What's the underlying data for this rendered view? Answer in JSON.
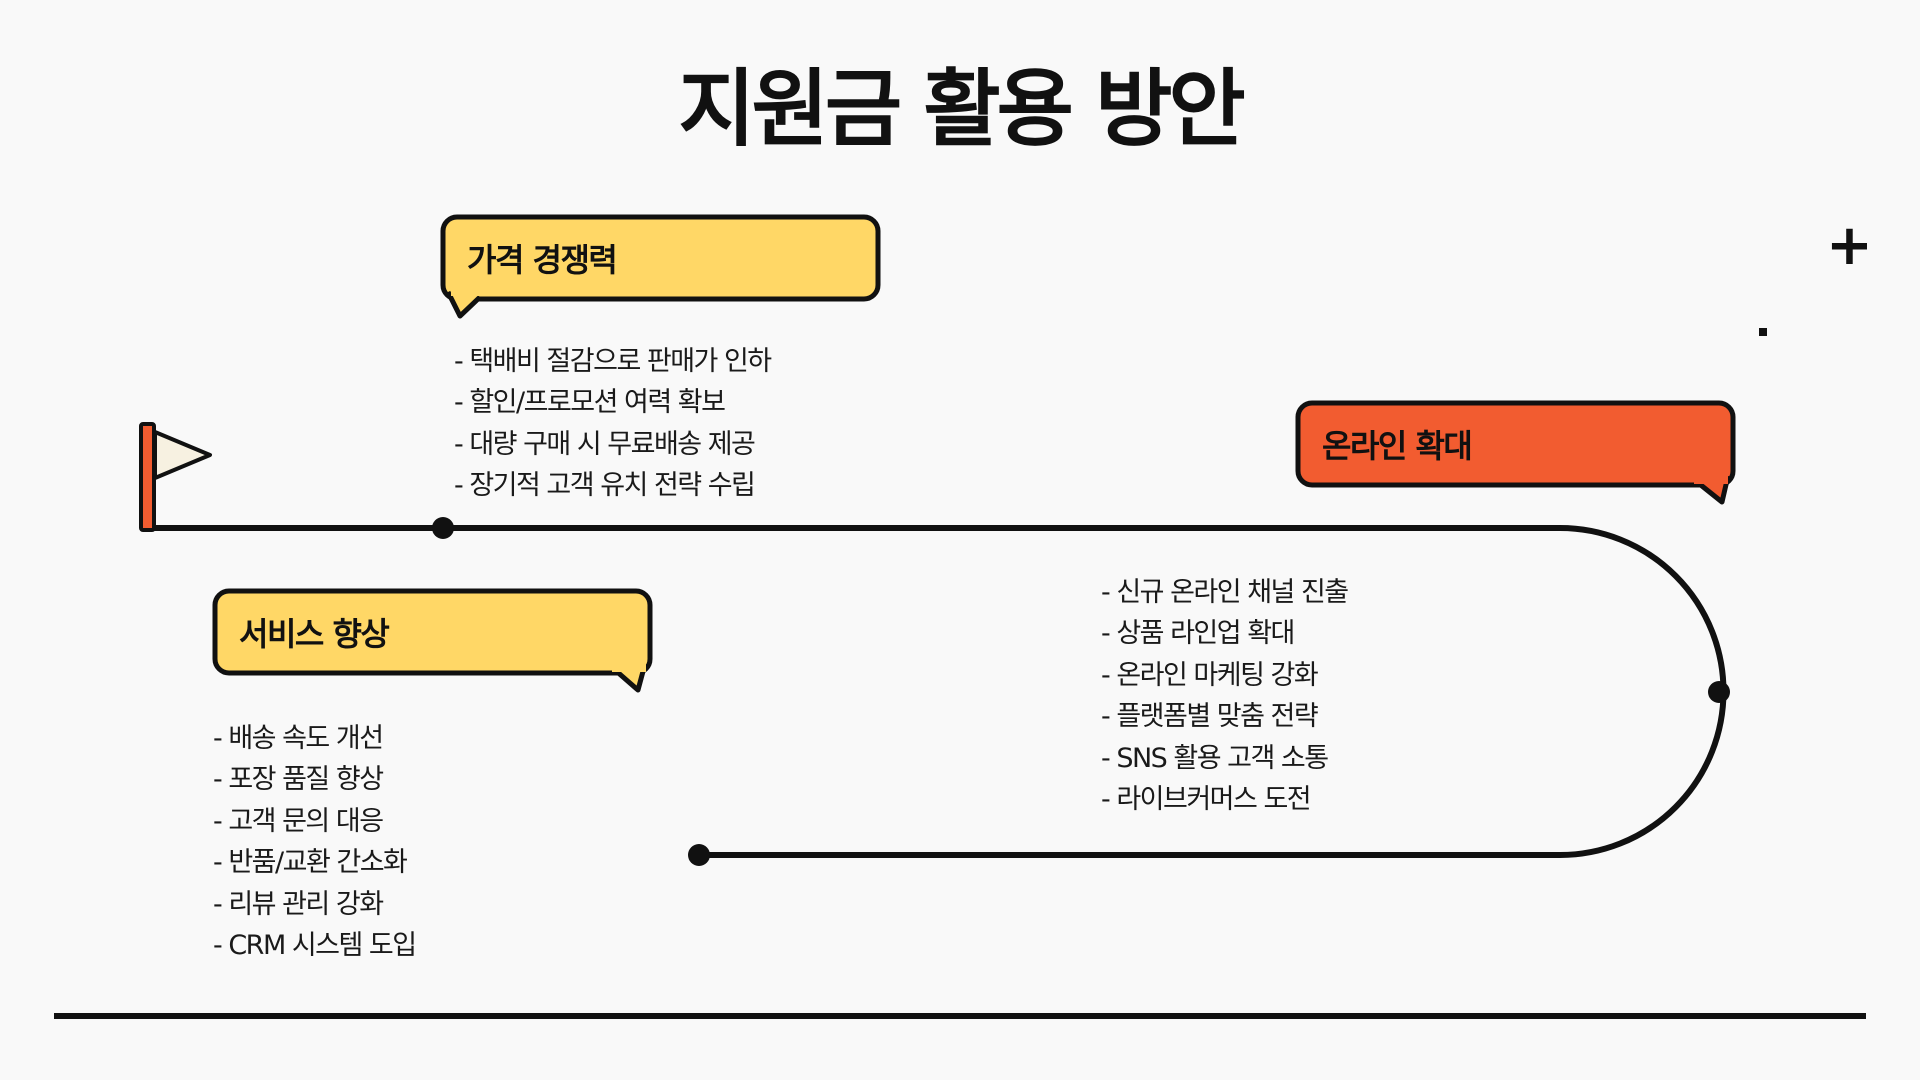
{
  "title": "지원금 활용 방안",
  "colors": {
    "yellow": "#ffd766",
    "orange": "#f25c30",
    "line": "#111111",
    "flag": "#f7f1e1"
  },
  "sections": [
    {
      "heading": "가격 경쟁력",
      "items": [
        "- 택배비 절감으로 판매가 인하",
        "- 할인/프로모션 여력 확보",
        "- 대량 구매 시 무료배송 제공",
        "- 장기적 고객 유치 전략 수립"
      ]
    },
    {
      "heading": "서비스 향상",
      "items": [
        "- 배송 속도 개선",
        "- 포장 품질 향상",
        "- 고객 문의 대응",
        "- 반품/교환 간소화",
        "- 리뷰 관리 강화",
        "- CRM 시스템 도입"
      ]
    },
    {
      "heading": "온라인 확대",
      "items": [
        "- 신규 온라인 채널 진출",
        "- 상품 라인업 확대",
        "- 온라인 마케팅 강화",
        "- 플랫폼별 맞춤 전략",
        "- SNS 활용 고객 소통",
        "- 라이브커머스 도전"
      ]
    }
  ],
  "decorations": {
    "plus": "+",
    "dot": "·"
  }
}
